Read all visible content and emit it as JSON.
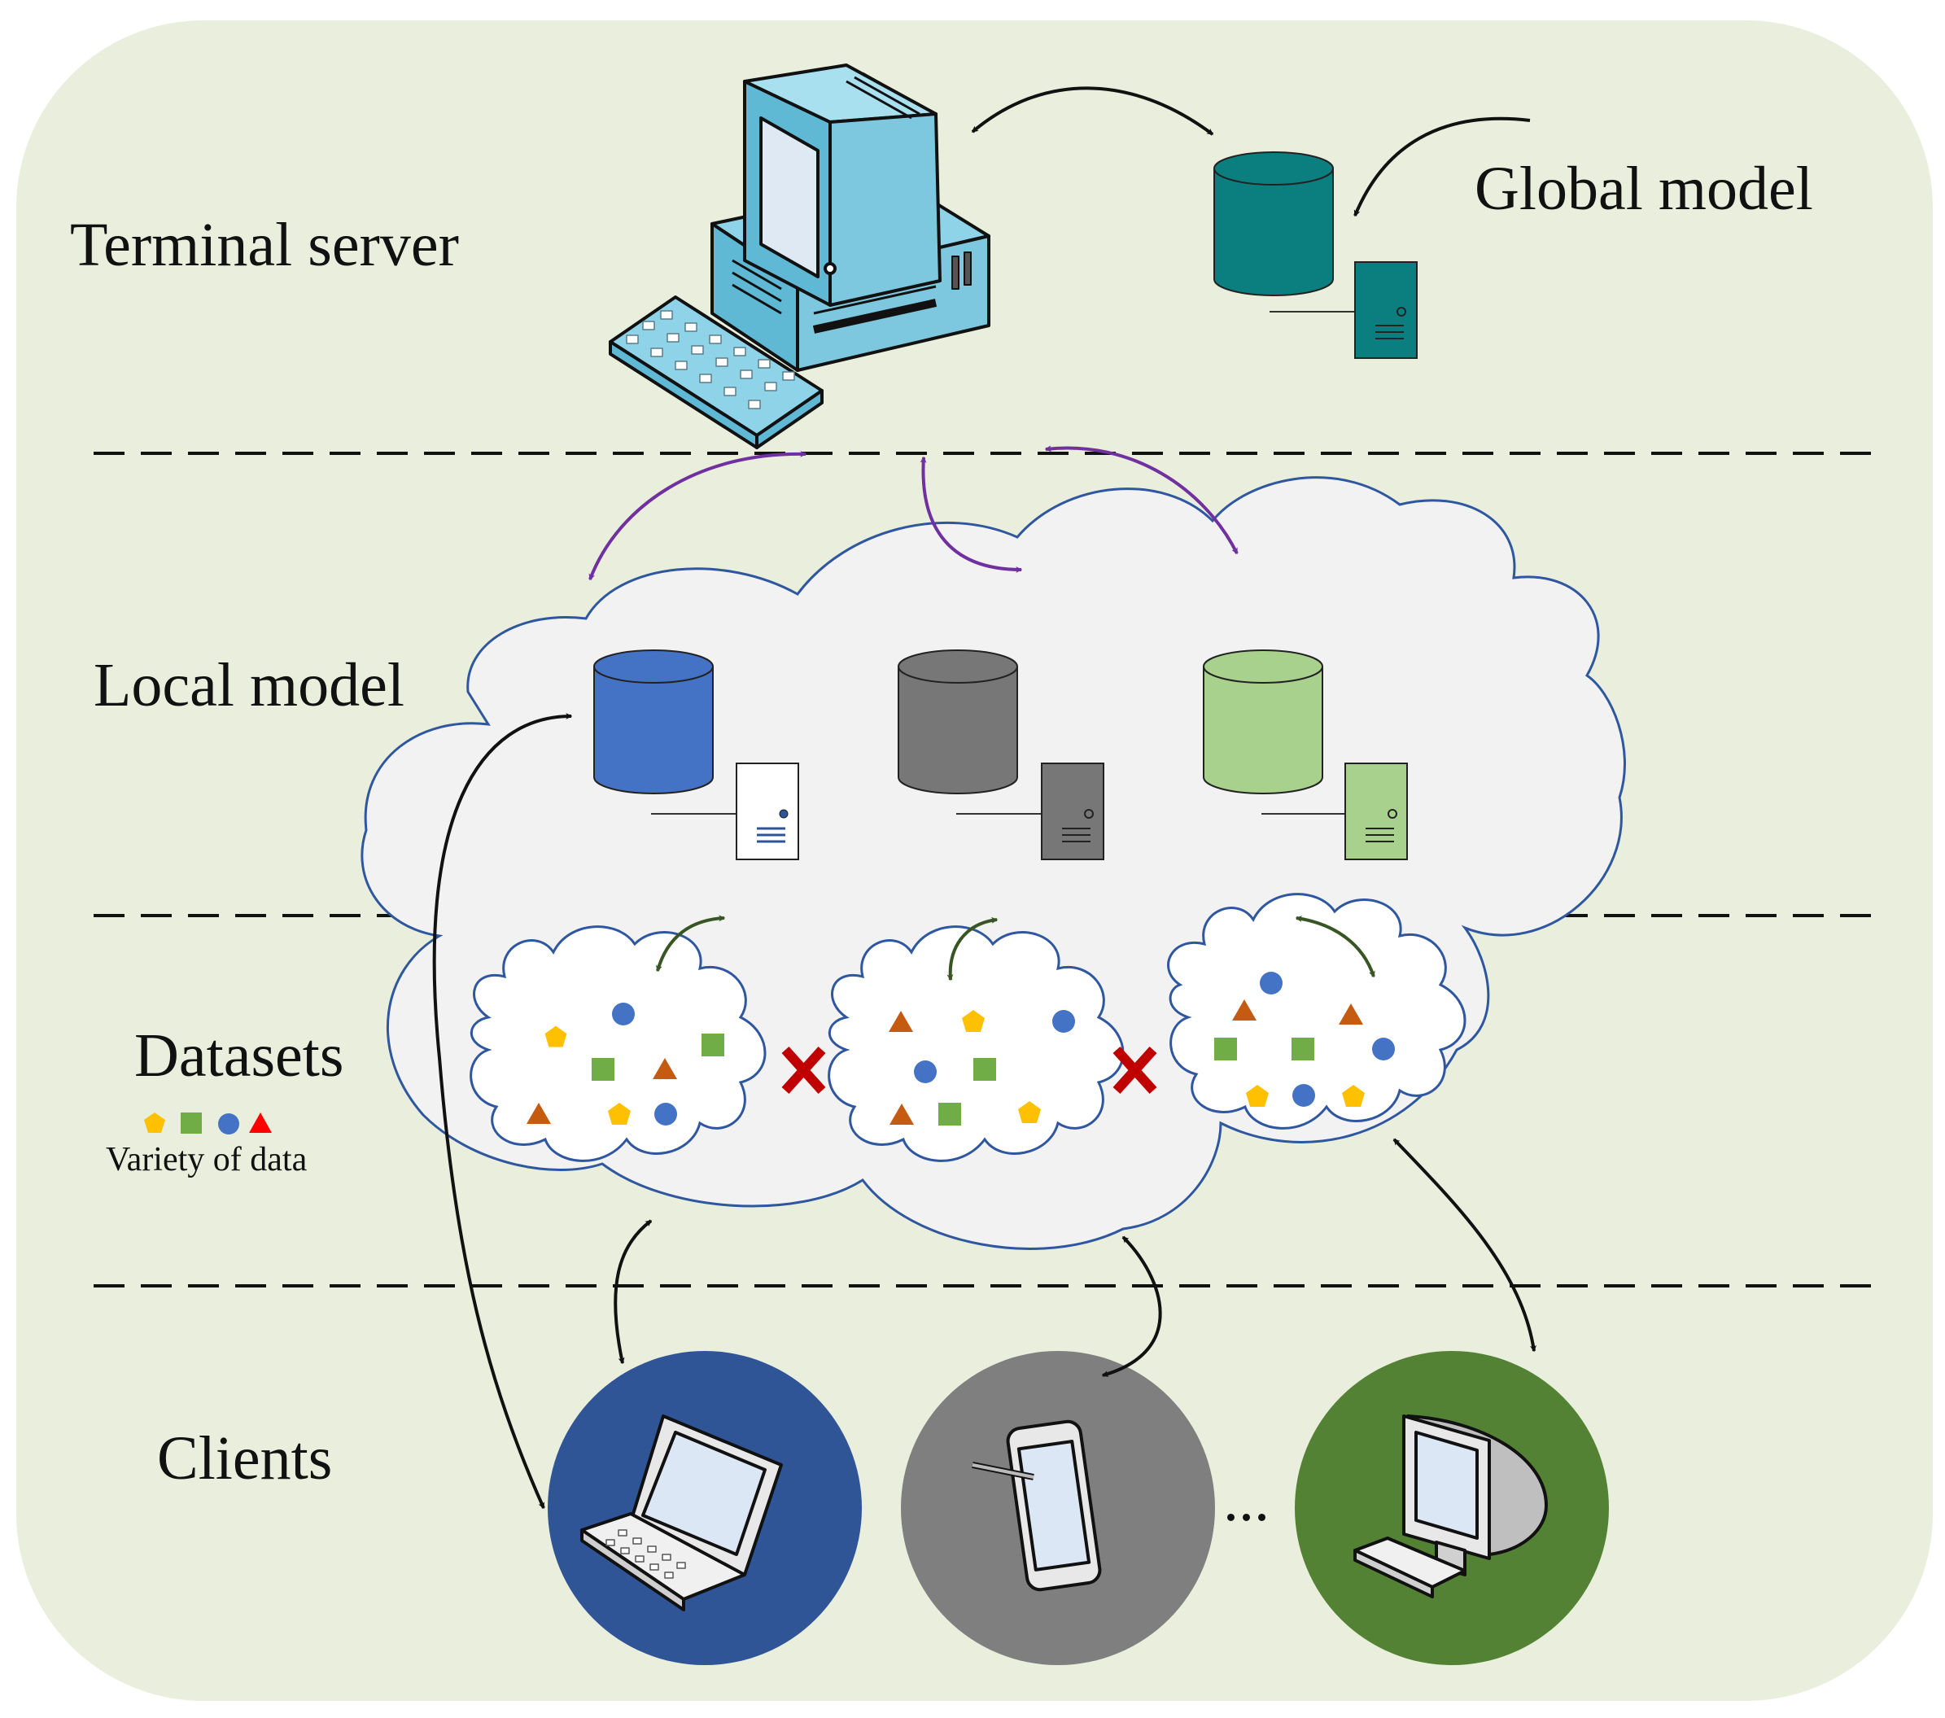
{
  "labels": {
    "terminal_server": "Terminal server",
    "global_model": "Global model",
    "local_model": "Local model",
    "datasets": "Datasets",
    "variety_of_data": "Variety of data",
    "clients": "Clients",
    "ellipsis": "..."
  },
  "colors": {
    "background_panel": "#e9efdc",
    "cloud_fill": "#f2f2f2",
    "cloud_stroke": "#2f57a0",
    "global_db": "#0b7f7f",
    "local_db_blue": "#4472c4",
    "local_db_gray": "#777777",
    "local_db_green": "#a9d18e",
    "client_blue": "#2f5597",
    "client_gray": "#7f7f7f",
    "client_green": "#548235",
    "arrow_purple": "#7030a0",
    "arrow_darkgreen": "#375623",
    "data_pentagon": "#ffc000",
    "data_square": "#70ad47",
    "data_circle": "#4472c4",
    "data_triangle": "#c55a11",
    "legend_triangle": "#ff0000",
    "cross": "#c00000"
  },
  "icons": {
    "server": "desktop-computer-icon",
    "global_db": "database-icon",
    "client_1": "laptop-icon",
    "client_2": "tablet-icon",
    "client_3": "desktop-monitor-icon"
  }
}
